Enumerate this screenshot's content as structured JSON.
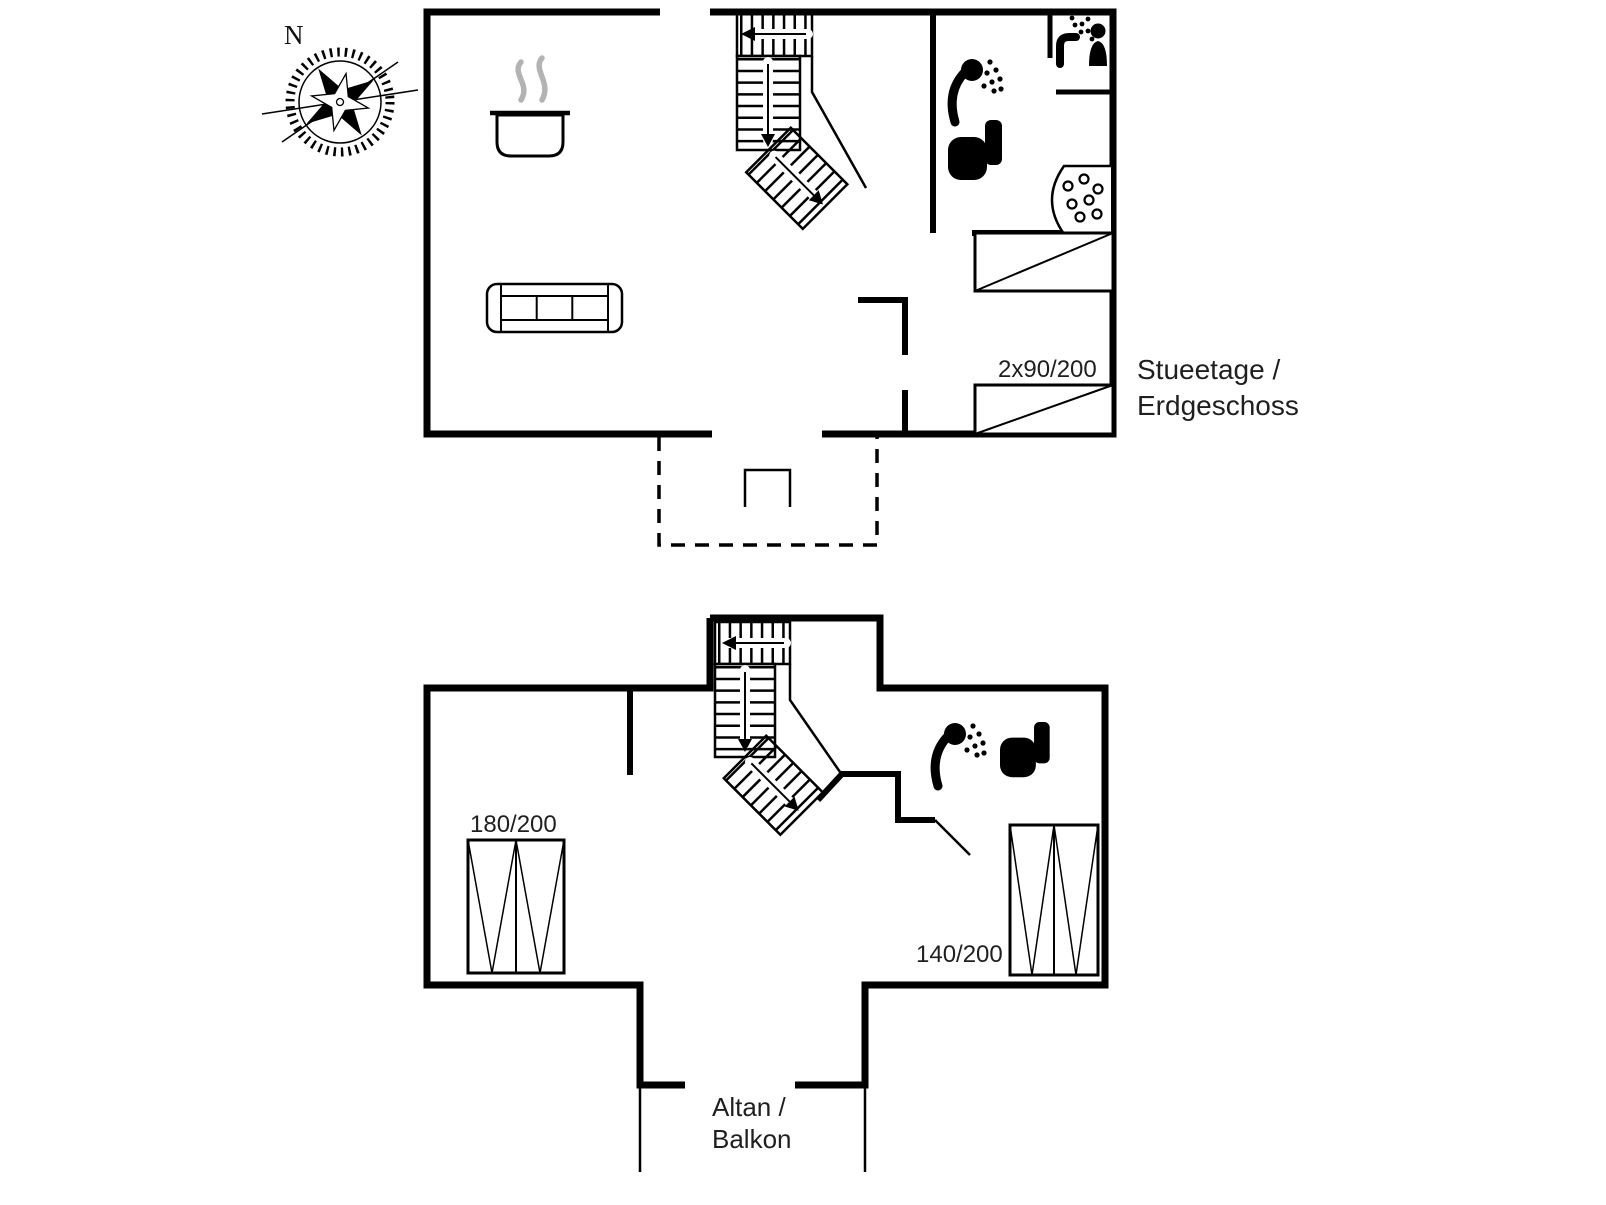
{
  "compass": {
    "north_label": "N"
  },
  "ground_floor": {
    "label_line1": "Stueetage /",
    "label_line2": "Erdgeschoss",
    "double_bed_label": "2x90/200"
  },
  "upper_floor": {
    "bed_180_label": "180/200",
    "bed_140_label": "140/200",
    "balcony_label_line1": "Altan /",
    "balcony_label_line2": "Balkon"
  },
  "colors": {
    "wall": "#000000",
    "label_text": "#1f1f1f",
    "steam": "#b3b3b3",
    "background": "#ffffff"
  },
  "icons": {
    "compass-rose-icon": "8-point compass rose with needle",
    "cooking-pot-icon": "cooking pot with steam (kitchen)",
    "sofa-icon": "three-seat sofa (living room)",
    "shower-icon": "hand shower with spray dots",
    "toilet-icon": "toilet silhouette",
    "washbasin-icon": "washbasin faucet with spray",
    "person-icon": "person silhouette at mirror",
    "sink-basin-icon": "rounded basin with dots",
    "stairs-icon": "winding staircase with direction arrows",
    "bed-icon": "bed with mattress diagonals",
    "terrace-outline": "dashed terrace outline",
    "terrace-door-icon": "terrace door symbol",
    "door-swing-icon": "open door swing line"
  }
}
